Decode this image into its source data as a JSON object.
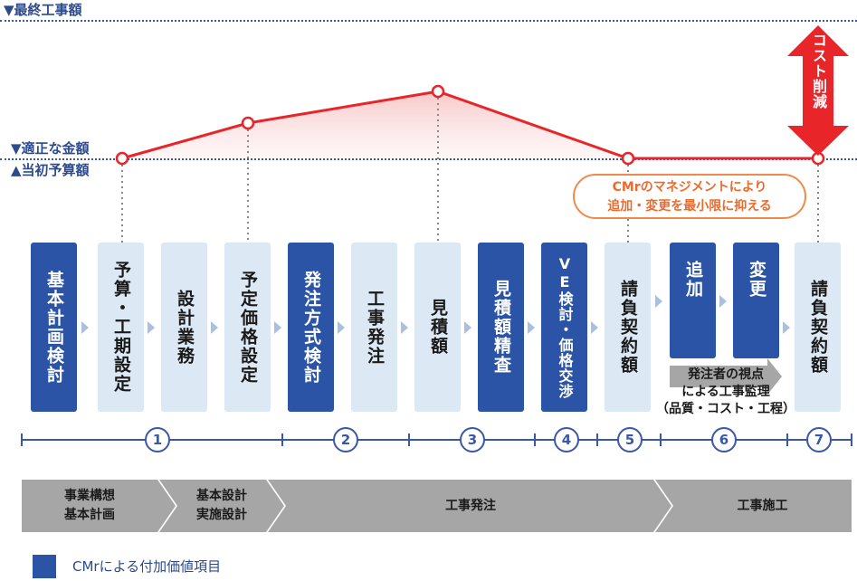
{
  "levels": {
    "final": "▼最終工事額",
    "appropriate": "▼適正な金額",
    "initial": "▲当初予算額"
  },
  "cost_reduction": "コスト削減",
  "cmr_note": {
    "line1": "CMrのマネジメントにより",
    "line2": "追加・変更を最小限に抑える"
  },
  "steps": [
    {
      "label": "基本計画検討",
      "cmr": true
    },
    {
      "label": "予算・工期設定",
      "cmr": false
    },
    {
      "label": "設計業務",
      "cmr": false
    },
    {
      "label": "予定価格設定",
      "cmr": false
    },
    {
      "label": "発注方式検討",
      "cmr": true
    },
    {
      "label": "工事発注",
      "cmr": false
    },
    {
      "label": "見積額",
      "cmr": false
    },
    {
      "label": "見積額精査",
      "cmr": true
    },
    {
      "label": "VE検討・価格交渉",
      "cmr": true
    },
    {
      "label": "請負契約額",
      "cmr": false
    },
    {
      "label": "追加",
      "cmr": true
    },
    {
      "label": "変更",
      "cmr": true
    },
    {
      "label": "請負契約額",
      "cmr": false
    }
  ],
  "supervision": {
    "line1": "発注者の視点",
    "line2": "による工事監理",
    "line3": "（品質・コスト・工程）"
  },
  "stage_numbers": [
    "1",
    "2",
    "3",
    "4",
    "5",
    "6",
    "7"
  ],
  "phases": [
    {
      "line1": "事業構想",
      "line2": "基本計画"
    },
    {
      "line1": "基本設計",
      "line2": "実施設計"
    },
    {
      "line1": "工事発注",
      "line2": ""
    },
    {
      "line1": "工事施工",
      "line2": ""
    }
  ],
  "legend": "CMrによる付加価値項目",
  "colors": {
    "dark_blue": "#2b54a6",
    "light_blue": "#dce8f4",
    "red": "#e8262a",
    "orange": "#ef8a4c",
    "gray": "#a6a6a6"
  }
}
